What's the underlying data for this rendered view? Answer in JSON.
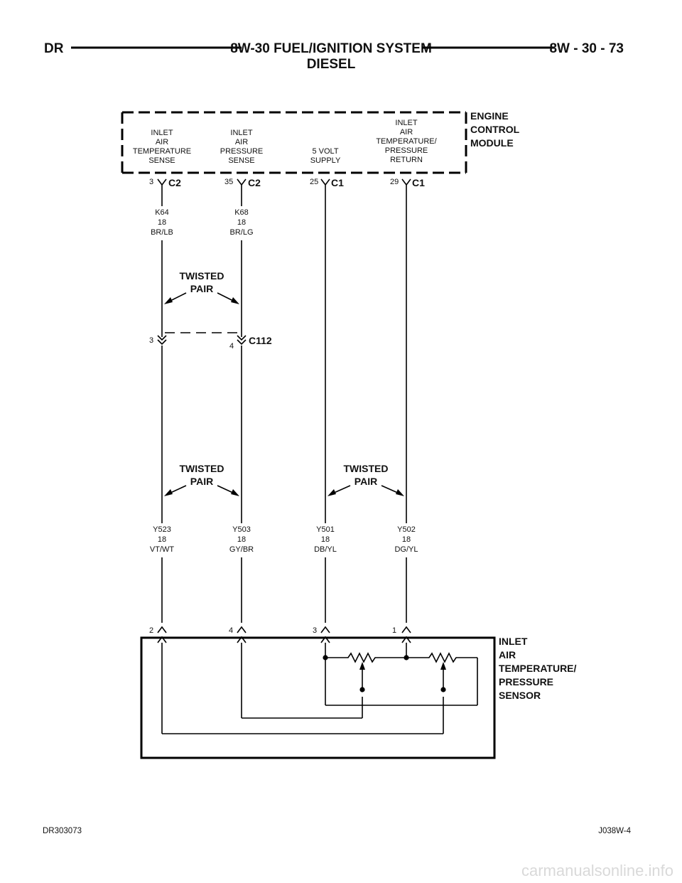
{
  "header": {
    "left_code": "DR",
    "title_line1": "8W-30 FUEL/IGNITION SYSTEM",
    "title_line2": "DIESEL",
    "page_number": "8W - 30 - 73"
  },
  "ecm": {
    "name_lines": [
      "ENGINE",
      "CONTROL",
      "MODULE"
    ],
    "terminals": [
      {
        "label_lines": [
          "INLET",
          "AIR",
          "TEMPERATURE",
          "SENSE"
        ],
        "pin": "3",
        "connector": "C2"
      },
      {
        "label_lines": [
          "INLET",
          "AIR",
          "PRESSURE",
          "SENSE"
        ],
        "pin": "35",
        "connector": "C2"
      },
      {
        "label_lines": [
          "5 VOLT",
          "SUPPLY"
        ],
        "pin": "25",
        "connector": "C1"
      },
      {
        "label_lines": [
          "INLET",
          "AIR",
          "TEMPERATURE/",
          "PRESSURE",
          "RETURN"
        ],
        "pin": "29",
        "connector": "C1"
      }
    ]
  },
  "upper_wires": [
    {
      "circuit": "K64",
      "gauge": "18",
      "color": "BR/LB"
    },
    {
      "circuit": "K68",
      "gauge": "18",
      "color": "BR/LG"
    }
  ],
  "inline_connector": {
    "name": "C112",
    "pin_left": "3",
    "pin_right": "4"
  },
  "twisted_pair_label": [
    "TWISTED",
    "PAIR"
  ],
  "lower_wires": [
    {
      "circuit": "Y523",
      "gauge": "18",
      "color": "VT/WT"
    },
    {
      "circuit": "Y503",
      "gauge": "18",
      "color": "GY/BR"
    },
    {
      "circuit": "Y501",
      "gauge": "18",
      "color": "DB/YL"
    },
    {
      "circuit": "Y502",
      "gauge": "18",
      "color": "DG/YL"
    }
  ],
  "sensor": {
    "name_lines": [
      "INLET",
      "AIR",
      "TEMPERATURE/",
      "PRESSURE",
      "SENSOR"
    ],
    "pins": [
      "2",
      "4",
      "3",
      "1"
    ]
  },
  "footer": {
    "left_code": "DR303073",
    "right_code": "J038W-4"
  },
  "watermark": "carmanualsonline.info"
}
